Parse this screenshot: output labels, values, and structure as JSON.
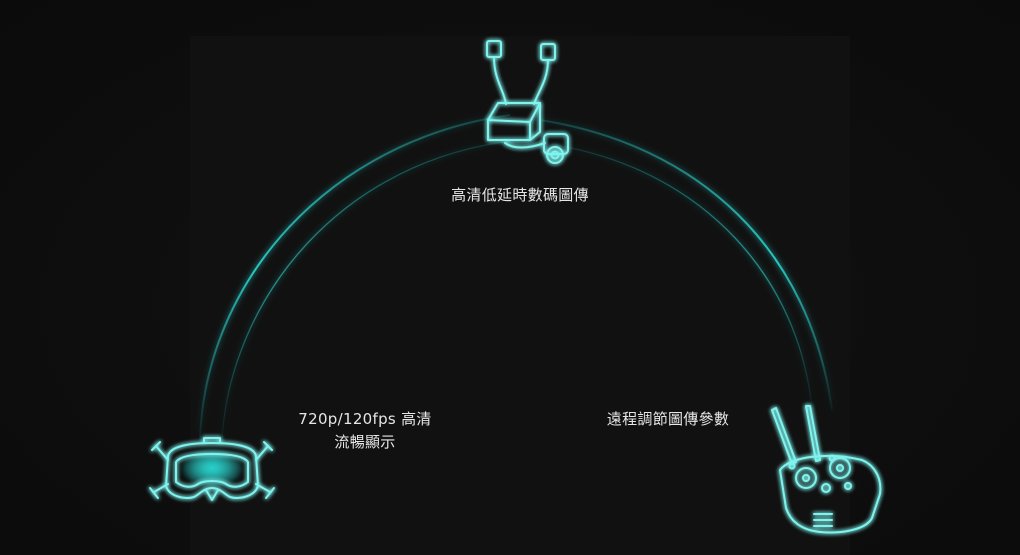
{
  "diagram": {
    "nodes": [
      {
        "id": "air-unit",
        "label": "高清低延時數碼圖傳",
        "icon": "air-unit-camera-icon"
      },
      {
        "id": "goggles",
        "label_line1": "720p/120fps 高清",
        "label_line2": "流暢顯示",
        "icon": "fpv-goggles-icon"
      },
      {
        "id": "remote",
        "label": "遠程調節圖傳參數",
        "icon": "remote-controller-icon"
      }
    ],
    "colors": {
      "background": "#0c0c0c",
      "glow": "#2ee6e0",
      "line": "#7ff4ef",
      "text": "#e6e6e6"
    }
  }
}
